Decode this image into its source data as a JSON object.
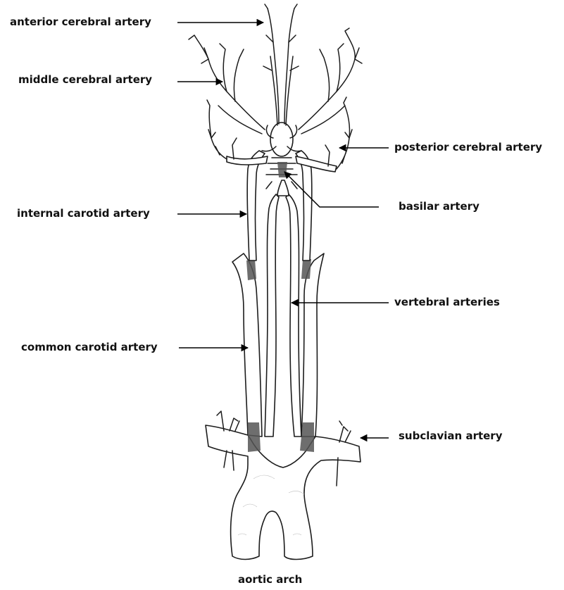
{
  "labels": {
    "anterior_cerebral": "anterior cerebral artery",
    "middle_cerebral": "middle cerebral artery",
    "posterior_cerebral": "posterior cerebral artery",
    "basilar": "basilar artery",
    "internal_carotid": "internal carotid artery",
    "vertebral": "vertebral arteries",
    "common_carotid": "common carotid artery",
    "subclavian": "subclavian artery",
    "aortic_arch": "aortic arch"
  },
  "colors": {
    "ink": "#1c1c1c",
    "background": "#ffffff",
    "shading": "#555555"
  }
}
